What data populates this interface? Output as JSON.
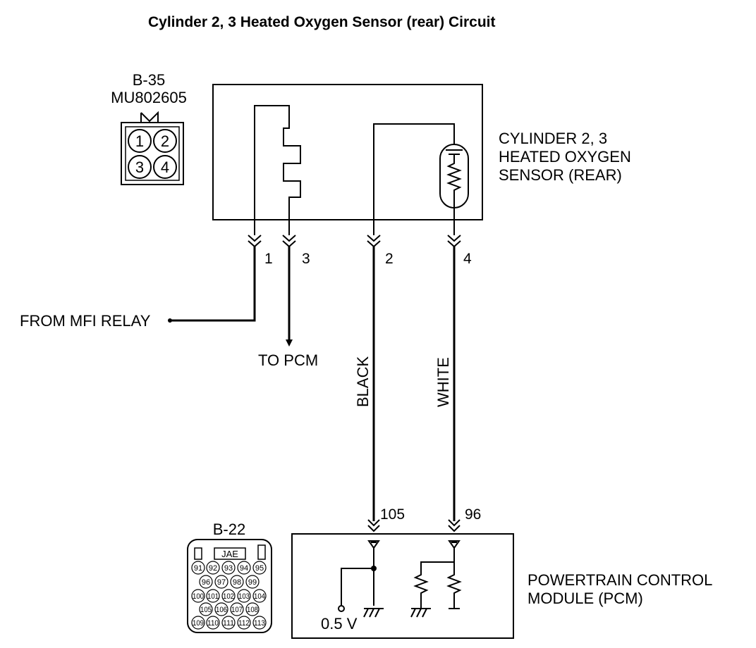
{
  "title": "Cylinder 2, 3 Heated Oxygen Sensor (rear) Circuit",
  "connector_b35": {
    "name": "B-35",
    "part_no": "MU802605",
    "pins": [
      "1",
      "2",
      "3",
      "4"
    ]
  },
  "sensor": {
    "line1": "CYLINDER 2, 3",
    "line2": "HEATED OXYGEN",
    "line3": "SENSOR (REAR)"
  },
  "sensor_pins": [
    "1",
    "3",
    "2",
    "4"
  ],
  "from_label": "FROM MFI RELAY",
  "to_label": "TO PCM",
  "wire_colors": {
    "black": "BLACK",
    "white": "WHITE"
  },
  "pcm_pins": {
    "black": "105",
    "white": "96"
  },
  "connector_b22": {
    "name": "B-22",
    "brand": "JAE",
    "rows": [
      [
        "91",
        "92",
        "93",
        "94",
        "95"
      ],
      [
        "96",
        "97",
        "98",
        "99"
      ],
      [
        "100",
        "101",
        "102",
        "103",
        "104"
      ],
      [
        "105",
        "106",
        "107",
        "108"
      ],
      [
        "109",
        "110",
        "111",
        "112",
        "113"
      ]
    ]
  },
  "pcm": {
    "line1": "POWERTRAIN CONTROL",
    "line2": "MODULE (PCM)",
    "voltage": "0.5 V"
  }
}
